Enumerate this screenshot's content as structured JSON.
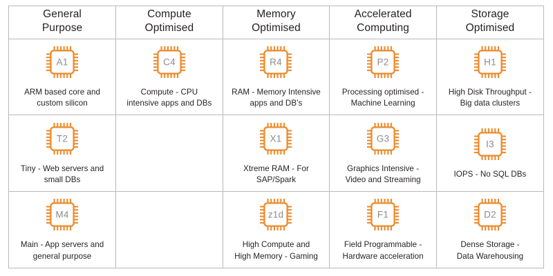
{
  "accent_color": "#ee8a2b",
  "border_color": "#b9b9bd",
  "text_color": "#231f20",
  "chip_label_color": "#8b8b8e",
  "table": {
    "headers": [
      {
        "line1": "General",
        "line2": "Purpose"
      },
      {
        "line1": "Compute",
        "line2": "Optimised"
      },
      {
        "line1": "Memory",
        "line2": "Optimised"
      },
      {
        "line1": "Accelerated",
        "line2": "Computing"
      },
      {
        "line1": "Storage",
        "line2": "Optimised"
      }
    ],
    "rows": [
      [
        {
          "chip": "A1",
          "line1": "ARM based core and",
          "line2": "custom silicon"
        },
        {
          "chip": "C4",
          "line1": "Compute - CPU",
          "line2": "intensive apps and DBs"
        },
        {
          "chip": "R4",
          "line1": "RAM - Memory Intensive",
          "line2": "apps and DB’s"
        },
        {
          "chip": "P2",
          "line1": "Processing optimised -",
          "line2": "Machine Learning"
        },
        {
          "chip": "H1",
          "line1": "High Disk Throughput -",
          "line2": "Big data clusters"
        }
      ],
      [
        {
          "chip": "T2",
          "line1": "Tiny - Web servers and",
          "line2": "small DBs"
        },
        {
          "chip": "",
          "line1": "",
          "line2": ""
        },
        {
          "chip": "X1",
          "line1": "Xtreme RAM - For SAP/Spark",
          "line2": ""
        },
        {
          "chip": "G3",
          "line1": "Graphics Intensive -",
          "line2": "Video and Streaming"
        },
        {
          "chip": "I3",
          "line1": "IOPS - No SQL DBs",
          "line2": ""
        }
      ],
      [
        {
          "chip": "M4",
          "line1": "Main - App servers and",
          "line2": "general purpose"
        },
        {
          "chip": "",
          "line1": "",
          "line2": ""
        },
        {
          "chip": "z1d",
          "line1": "High Compute and",
          "line2": "High Memory - Gaming"
        },
        {
          "chip": "F1",
          "line1": "Field Programmable -",
          "line2": "Hardware acceleration"
        },
        {
          "chip": "D2",
          "line1": "Dense Storage -",
          "line2": "Data Warehousing"
        }
      ]
    ]
  }
}
